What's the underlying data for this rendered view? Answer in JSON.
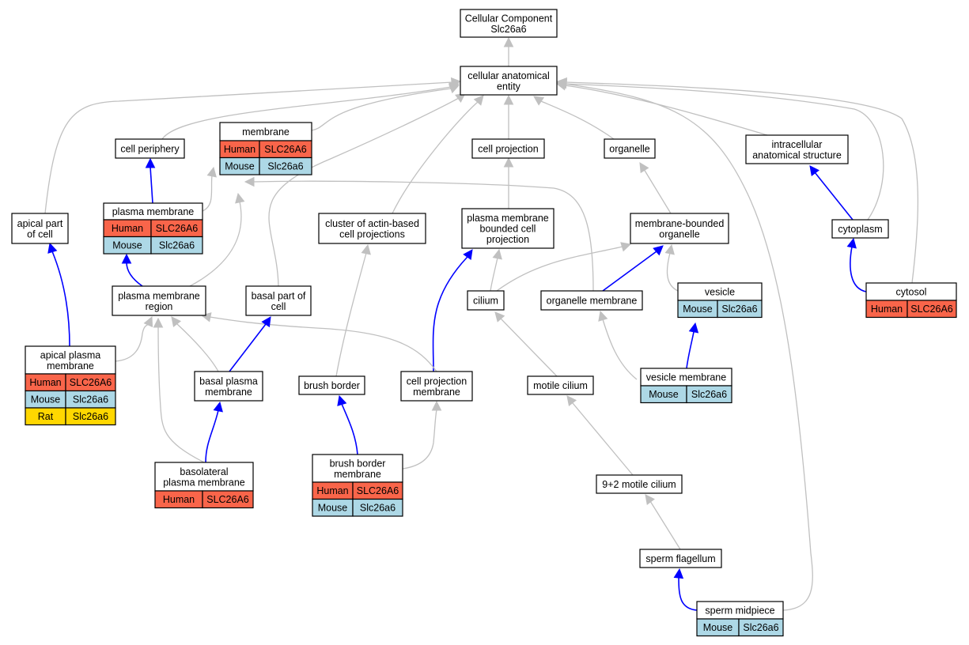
{
  "colors": {
    "human": "#f9654a",
    "mouse": "#add8e6",
    "rat": "#ffd700",
    "edge_is_a": "#c0c0c0",
    "edge_part_of": "#0000ff"
  },
  "nodes": {
    "root": {
      "lines": [
        "Cellular Component",
        "Slc26a6"
      ]
    },
    "cae": {
      "lines": [
        "cellular anatomical",
        "entity"
      ]
    },
    "membrane": {
      "lines": [
        "membrane"
      ],
      "rows": [
        [
          "Human",
          "SLC26A6"
        ],
        [
          "Mouse",
          "Slc26a6"
        ]
      ]
    },
    "cell_periphery": {
      "lines": [
        "cell periphery"
      ]
    },
    "cell_projection": {
      "lines": [
        "cell projection"
      ]
    },
    "organelle": {
      "lines": [
        "organelle"
      ]
    },
    "intracellular": {
      "lines": [
        "intracellular",
        "anatomical structure"
      ]
    },
    "plasma_membrane": {
      "lines": [
        "plasma membrane"
      ],
      "rows": [
        [
          "Human",
          "SLC26A6"
        ],
        [
          "Mouse",
          "Slc26a6"
        ]
      ]
    },
    "apical_part": {
      "lines": [
        "apical part",
        "of cell"
      ]
    },
    "cluster_actin": {
      "lines": [
        "cluster of actin-based",
        "cell projections"
      ]
    },
    "pm_bounded": {
      "lines": [
        "plasma membrane",
        "bounded cell",
        "projection"
      ]
    },
    "mem_bounded_org": {
      "lines": [
        "membrane-bounded",
        "organelle"
      ]
    },
    "cytoplasm": {
      "lines": [
        "cytoplasm"
      ]
    },
    "cytosol": {
      "lines": [
        "cytosol"
      ],
      "rows": [
        [
          "Human",
          "SLC26A6"
        ]
      ]
    },
    "pm_region": {
      "lines": [
        "plasma membrane",
        "region"
      ]
    },
    "basal_part": {
      "lines": [
        "basal part of",
        "cell"
      ]
    },
    "cilium": {
      "lines": [
        "cilium"
      ]
    },
    "org_membrane": {
      "lines": [
        "organelle membrane"
      ]
    },
    "vesicle": {
      "lines": [
        "vesicle"
      ],
      "rows": [
        [
          "Mouse",
          "Slc26a6"
        ]
      ]
    },
    "apical_pm": {
      "lines": [
        "apical plasma",
        "membrane"
      ],
      "rows": [
        [
          "Human",
          "SLC26A6"
        ],
        [
          "Mouse",
          "Slc26a6"
        ],
        [
          "Rat",
          "Slc26a6"
        ]
      ]
    },
    "basal_pm": {
      "lines": [
        "basal plasma",
        "membrane"
      ]
    },
    "brush_border": {
      "lines": [
        "brush border"
      ]
    },
    "cp_membrane": {
      "lines": [
        "cell projection",
        "membrane"
      ]
    },
    "motile_cilium": {
      "lines": [
        "motile cilium"
      ]
    },
    "vesicle_membrane": {
      "lines": [
        "vesicle membrane"
      ],
      "rows": [
        [
          "Mouse",
          "Slc26a6"
        ]
      ]
    },
    "basolateral_pm": {
      "lines": [
        "basolateral",
        "plasma membrane"
      ],
      "rows": [
        [
          "Human",
          "SLC26A6"
        ]
      ]
    },
    "bb_membrane": {
      "lines": [
        "brush border",
        "membrane"
      ],
      "rows": [
        [
          "Human",
          "SLC26A6"
        ],
        [
          "Mouse",
          "Slc26a6"
        ]
      ]
    },
    "nine_two": {
      "lines": [
        "9+2 motile cilium"
      ]
    },
    "sperm_flagellum": {
      "lines": [
        "sperm flagellum"
      ]
    },
    "sperm_midpiece": {
      "lines": [
        "sperm midpiece"
      ],
      "rows": [
        [
          "Mouse",
          "Slc26a6"
        ]
      ]
    }
  },
  "edges": [
    {
      "from": "cae",
      "to": "root",
      "type": "is_a"
    },
    {
      "from": "cell_periphery",
      "to": "cae",
      "type": "is_a"
    },
    {
      "from": "membrane",
      "to": "cae",
      "type": "is_a"
    },
    {
      "from": "cell_projection",
      "to": "cae",
      "type": "is_a"
    },
    {
      "from": "organelle",
      "to": "cae",
      "type": "is_a"
    },
    {
      "from": "intracellular",
      "to": "cae",
      "type": "is_a"
    },
    {
      "from": "apical_part",
      "to": "cae",
      "type": "is_a"
    },
    {
      "from": "cluster_actin",
      "to": "cae",
      "type": "is_a"
    },
    {
      "from": "basal_part",
      "to": "cae",
      "type": "is_a"
    },
    {
      "from": "cytoplasm",
      "to": "cae",
      "type": "is_a"
    },
    {
      "from": "cytosol",
      "to": "cae",
      "type": "is_a"
    },
    {
      "from": "sperm_midpiece",
      "to": "cae",
      "type": "is_a"
    },
    {
      "from": "plasma_membrane",
      "to": "cell_periphery",
      "type": "part_of"
    },
    {
      "from": "plasma_membrane",
      "to": "membrane",
      "type": "is_a"
    },
    {
      "from": "pm_region",
      "to": "membrane",
      "type": "is_a"
    },
    {
      "from": "org_membrane",
      "to": "membrane",
      "type": "is_a"
    },
    {
      "from": "pm_bounded",
      "to": "cell_projection",
      "type": "is_a"
    },
    {
      "from": "mem_bounded_org",
      "to": "organelle",
      "type": "is_a"
    },
    {
      "from": "cytosol",
      "to": "cytoplasm",
      "type": "part_of"
    },
    {
      "from": "cytoplasm",
      "to": "intracellular",
      "type": "part_of"
    },
    {
      "from": "pm_region",
      "to": "plasma_membrane",
      "type": "part_of"
    },
    {
      "from": "apical_pm",
      "to": "apical_part",
      "type": "part_of"
    },
    {
      "from": "brush_border",
      "to": "cluster_actin",
      "type": "is_a"
    },
    {
      "from": "cilium",
      "to": "pm_bounded",
      "type": "is_a"
    },
    {
      "from": "cp_membrane",
      "to": "pm_bounded",
      "type": "part_of"
    },
    {
      "from": "cilium",
      "to": "mem_bounded_org",
      "type": "is_a"
    },
    {
      "from": "org_membrane",
      "to": "mem_bounded_org",
      "type": "part_of"
    },
    {
      "from": "vesicle",
      "to": "mem_bounded_org",
      "type": "is_a"
    },
    {
      "from": "apical_pm",
      "to": "pm_region",
      "type": "is_a"
    },
    {
      "from": "basal_pm",
      "to": "pm_region",
      "type": "is_a"
    },
    {
      "from": "basolateral_pm",
      "to": "pm_region",
      "type": "is_a"
    },
    {
      "from": "cp_membrane",
      "to": "pm_region",
      "type": "is_a"
    },
    {
      "from": "basal_pm",
      "to": "basal_part",
      "type": "part_of"
    },
    {
      "from": "motile_cilium",
      "to": "cilium",
      "type": "is_a"
    },
    {
      "from": "vesicle_membrane",
      "to": "org_membrane",
      "type": "is_a"
    },
    {
      "from": "vesicle_membrane",
      "to": "vesicle",
      "type": "part_of"
    },
    {
      "from": "basolateral_pm",
      "to": "basal_pm",
      "type": "part_of"
    },
    {
      "from": "bb_membrane",
      "to": "brush_border",
      "type": "part_of"
    },
    {
      "from": "bb_membrane",
      "to": "cp_membrane",
      "type": "is_a"
    },
    {
      "from": "nine_two",
      "to": "motile_cilium",
      "type": "is_a"
    },
    {
      "from": "sperm_flagellum",
      "to": "nine_two",
      "type": "is_a"
    },
    {
      "from": "sperm_midpiece",
      "to": "sperm_flagellum",
      "type": "part_of"
    }
  ]
}
